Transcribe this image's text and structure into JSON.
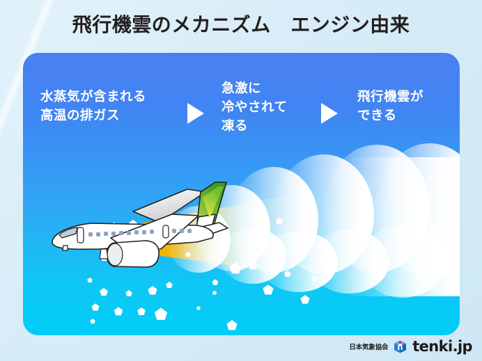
{
  "page": {
    "title": "飛行機雲のメカニズム　エンジン由来",
    "background_color": "#d9edf8",
    "panel_gradient_top": "#4a7ff2",
    "panel_gradient_bottom": "#00cdf6",
    "title_color": "#231f20"
  },
  "steps": [
    {
      "id": "step-exhaust",
      "text": "水蒸気が含まれる\n高温の排ガス"
    },
    {
      "id": "step-freeze",
      "text": "急激に\n冷やされて\n凍る"
    },
    {
      "id": "step-contrail",
      "text": "飛行機雲が\nできる"
    }
  ],
  "arrows": [
    {
      "id": "arrow-1",
      "glyph": "play-triangle-right-icon",
      "color": "#ffffff"
    },
    {
      "id": "arrow-2",
      "glyph": "play-triangle-right-icon",
      "color": "#ffffff"
    }
  ],
  "scene": {
    "airplane": {
      "name": "airplane-illustration",
      "body_color": "#ffffff",
      "outline_color": "#231f20",
      "window_color": "#8fa3bd",
      "tail_gradient_from": "#3f9c1e",
      "tail_gradient_to": "#d6e23c"
    },
    "exhaust_plume": {
      "name": "engine-exhaust-plume",
      "color_from": "#f5a500",
      "color_to": "rgba(170,220,235,0)"
    },
    "ice_crystals": {
      "name": "ice-crystal-particles",
      "color": "#ffffff",
      "count": 33
    },
    "contrail_cloud": {
      "name": "contrail-cloud",
      "color": "#ffffff"
    }
  },
  "footer": {
    "organization": "日本気象協会",
    "logo_name": "tenki-cube-logo",
    "brand": "tenki.jp"
  }
}
